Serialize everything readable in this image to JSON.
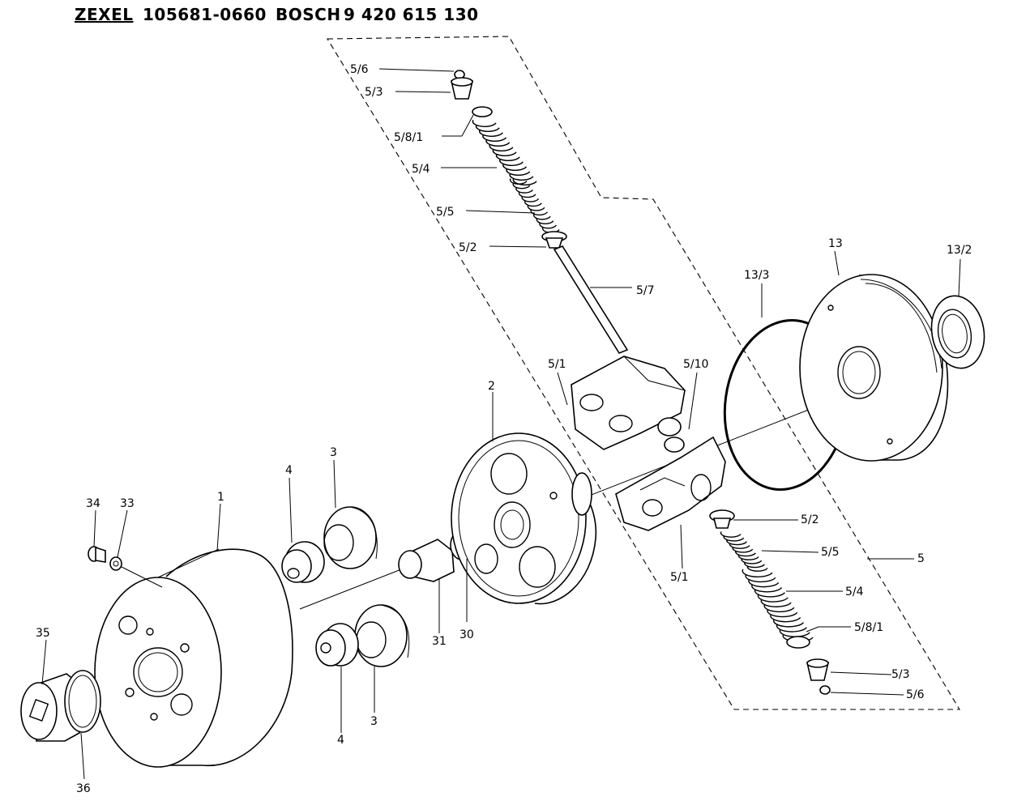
{
  "header": {
    "brand1": "ZEXEL",
    "part_number1": "105681-0660",
    "brand2": "BOSCH",
    "part_number2": "9 420 615 130"
  },
  "labels": {
    "p5_6_top": "5/6",
    "p5_3_top": "5/3",
    "p5_8_1_top": "5/8/1",
    "p5_4_top": "5/4",
    "p5_5_top": "5/5",
    "p5_2_top": "5/2",
    "p5_7": "5/7",
    "p5_1_top": "5/1",
    "p5_10": "5/10",
    "p13": "13",
    "p13_3": "13/3",
    "p13_2": "13/2",
    "p2": "2",
    "p3_top": "3",
    "p4_top": "4",
    "p1": "1",
    "p34": "34",
    "p33": "33",
    "p5_2_bot": "5/2",
    "p5_5_bot": "5/5",
    "p5": "5",
    "p5_1_bot": "5/1",
    "p5_4_bot": "5/4",
    "p5_8_1_bot": "5/8/1",
    "p5_3_bot": "5/3",
    "p5_6_bot": "5/6",
    "p31": "31",
    "p30": "30",
    "p35": "35",
    "p36": "36",
    "p4_bot": "4",
    "p3_bot": "3"
  }
}
